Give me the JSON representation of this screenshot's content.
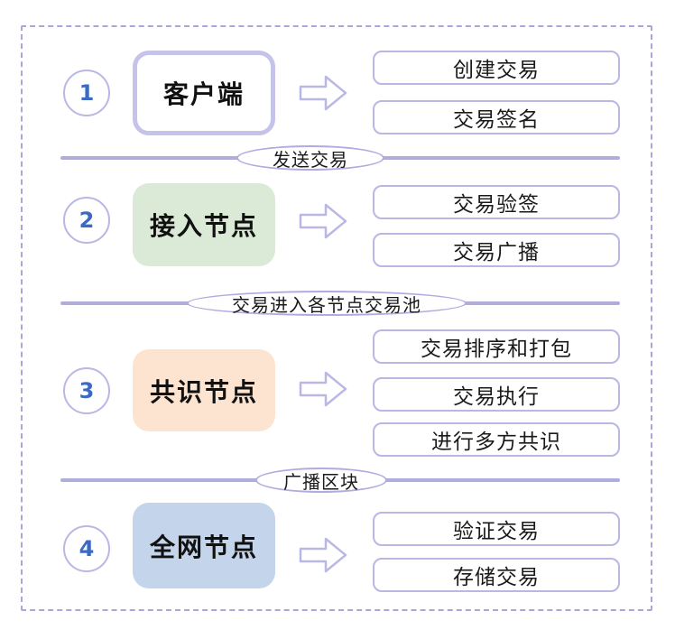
{
  "colors": {
    "line": "#afaddd",
    "action_border": "#b9b7e4",
    "stage1_border": "#c6c3ea",
    "frame_dash": "#a9a7d8",
    "number_blue": "#3b6ac6",
    "stage2_fill": "#dbe9d7",
    "stage3_fill": "#fce4d0",
    "stage4_fill": "#c4d4ea",
    "stage1_fill": "#ffffff"
  },
  "stages": [
    {
      "number": "1",
      "label": "客户端",
      "fill": "#ffffff",
      "actions": [
        "创建交易",
        "交易签名"
      ]
    },
    {
      "number": "2",
      "label": "接入节点",
      "fill": "#dbe9d7",
      "actions": [
        "交易验签",
        "交易广播"
      ]
    },
    {
      "number": "3",
      "label": "共识节点",
      "fill": "#fce4d0",
      "actions": [
        "交易排序和打包",
        "交易执行",
        "进行多方共识"
      ]
    },
    {
      "number": "4",
      "label": "全网节点",
      "fill": "#c4d4ea",
      "actions": [
        "验证交易",
        "存储交易"
      ]
    }
  ],
  "dividers": [
    {
      "label": "发送交易"
    },
    {
      "label": "交易进入各节点交易池"
    },
    {
      "label": "广播区块"
    }
  ]
}
